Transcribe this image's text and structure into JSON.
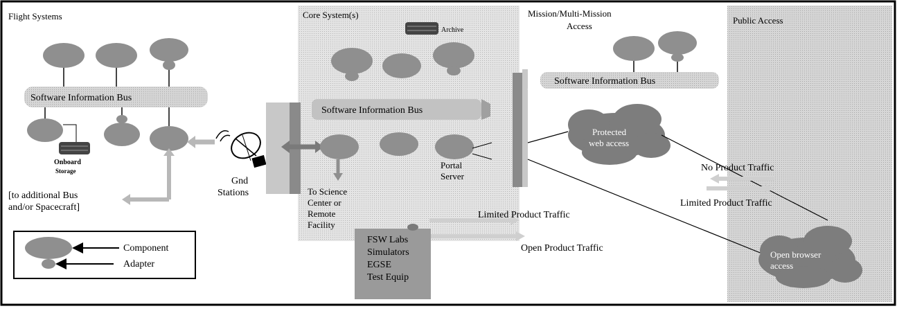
{
  "colors": {
    "panel": "#d9d9d9",
    "panel_dark": "#c4c4c4",
    "component": "#8f8f8f",
    "bus": "#c8c8c8",
    "border": "#000000",
    "cloud": "#7d7d7d",
    "text": "#000000",
    "white_text": "#ffffff"
  },
  "regions": {
    "flight": "Flight Systems",
    "core": "Core System(s)",
    "mission_1": "Mission/Multi-Mission",
    "mission_2": "Access",
    "public": "Public Access"
  },
  "buses": {
    "flight": "Software Information Bus",
    "core": "Software Information Bus",
    "mission": "Software Information Bus"
  },
  "labels": {
    "archive": "Archive",
    "onboard_1": "Onboard",
    "onboard_2": "Storage",
    "additional_1": "[to additional Bus",
    "additional_2": "and/or Spacecraft]",
    "gnd_1": "Gnd",
    "gnd_2": "Stations",
    "science_1": "To Science",
    "science_2": "Center or",
    "science_3": "Remote",
    "science_4": "Facility",
    "portal_1": "Portal",
    "portal_2": "Server",
    "fsw_1": "FSW Labs",
    "fsw_2": "Simulators",
    "fsw_3": "EGSE",
    "fsw_4": "Test Equip",
    "protected_1": "Protected",
    "protected_2": "web access",
    "open_1": "Open browser",
    "open_2": "access",
    "no_product": "No Product Traffic",
    "limited_right": "Limited Product Traffic",
    "limited_mid": "Limited Product Traffic",
    "open_traffic": "Open Product Traffic"
  },
  "legend": {
    "component": "Component",
    "adapter": "Adapter"
  }
}
